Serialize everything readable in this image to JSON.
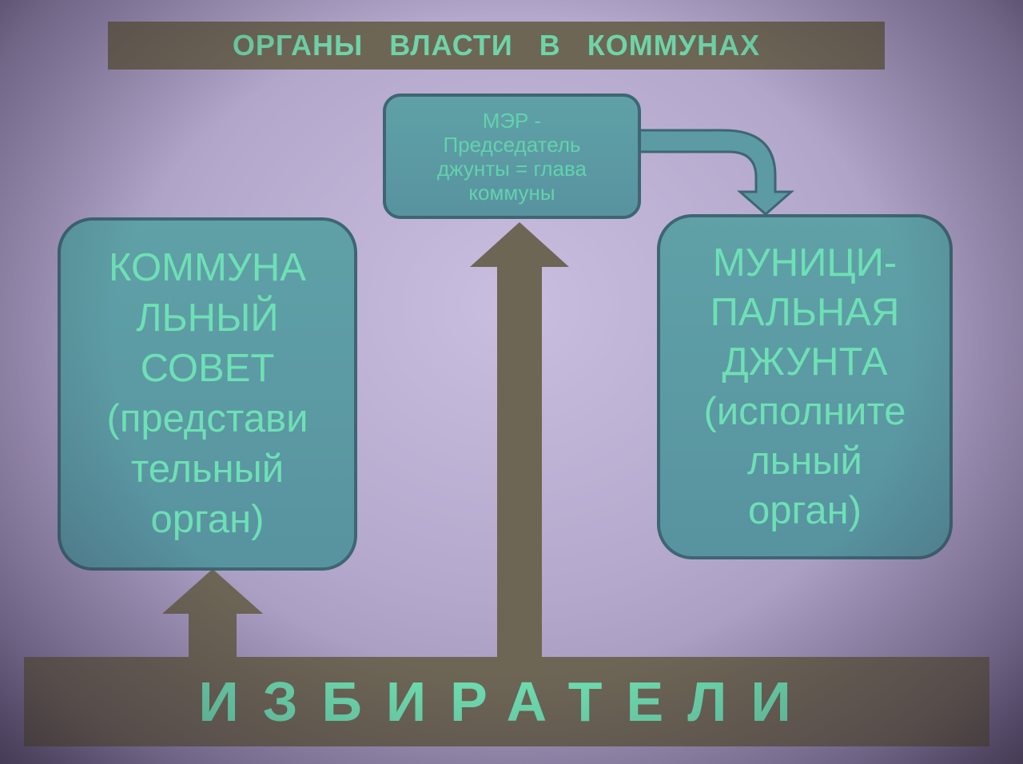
{
  "title": "ОРГАНЫ   ВЛАСТИ   В КОММУНАХ",
  "nodes": {
    "council": "КОММУНА\nЛЬНЫЙ\nСОВЕТ\n(представи\nтельный\nорган)",
    "mayor": "МЭР -\nПредседатель\nджунты  = глава\nкоммуны",
    "junta": "МУНИЦИ-\nПАЛЬНАЯ\nДЖУНТА\n(исполните\nльный\nорган)"
  },
  "voters": "ИЗБИРАТЕЛИ",
  "colors": {
    "background": "#b8acd0",
    "bar": "#6e6655",
    "box_fill": "#5c9aa4",
    "box_border": "#3e6672",
    "text": "#6fd4a8",
    "arrow_brown": "#6e6655",
    "arrow_teal": "#5c9aa4"
  },
  "edges": [
    {
      "from": "voters",
      "to": "council"
    },
    {
      "from": "voters",
      "to": "mayor"
    },
    {
      "from": "mayor",
      "to": "junta"
    }
  ]
}
